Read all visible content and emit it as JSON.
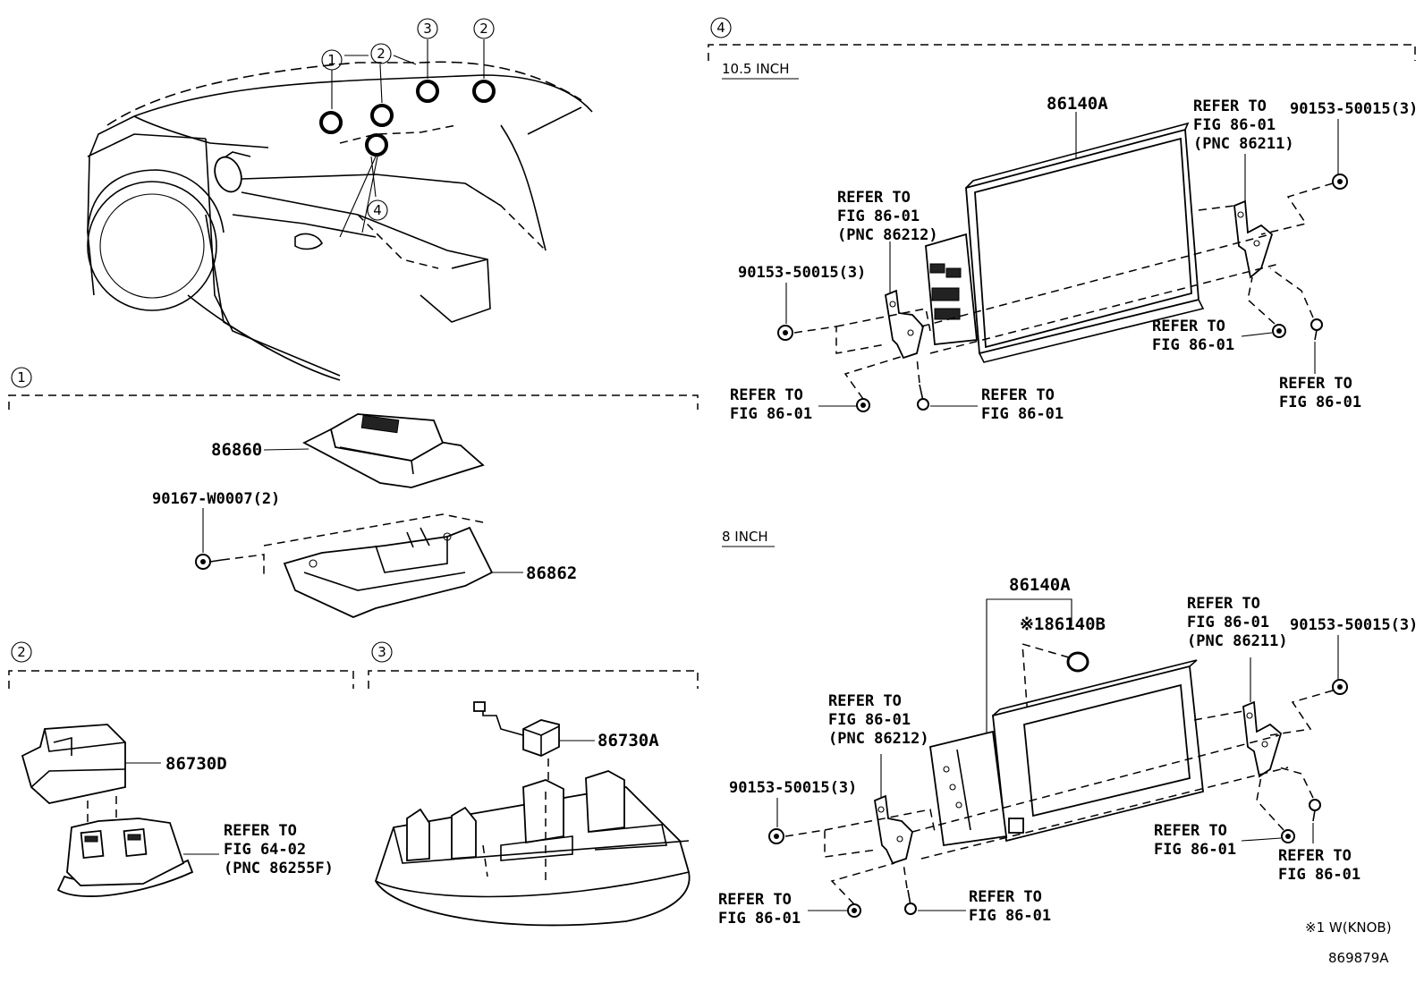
{
  "overview": {
    "callouts": [
      "1",
      "2",
      "3",
      "2",
      "4"
    ]
  },
  "section1": {
    "num": "1",
    "parts": {
      "a": "86860",
      "b": "90167-W0007(2)",
      "c": "86862"
    }
  },
  "section2": {
    "num": "2",
    "parts": {
      "a": "86730D"
    },
    "ref": [
      "REFER TO",
      "FIG 64-02",
      "(PNC 86255F)"
    ]
  },
  "section3": {
    "num": "3",
    "parts": {
      "a": "86730A"
    }
  },
  "section4": {
    "num": "4",
    "top": {
      "variant": "10.5 INCH",
      "display": "86140A",
      "ref_a": [
        "REFER TO",
        "FIG 86-01",
        "(PNC 86211)"
      ],
      "bolt_a": "90153-50015(3)",
      "ref_b": [
        "REFER TO",
        "FIG 86-01",
        "(PNC 86212)"
      ],
      "bolt_b": "90153-50015(3)",
      "ref_c": [
        "REFER TO",
        "FIG 86-01"
      ],
      "ref_d": [
        "REFER TO",
        "FIG 86-01"
      ],
      "ref_e": [
        "REFER TO",
        "FIG 86-01"
      ],
      "ref_f": [
        "REFER TO",
        "FIG 86-01"
      ]
    },
    "bottom": {
      "variant": "8 INCH",
      "display": "86140A",
      "knob": "※186140B",
      "ref_a": [
        "REFER TO",
        "FIG 86-01",
        "(PNC 86211)"
      ],
      "bolt_a": "90153-50015(3)",
      "ref_b": [
        "REFER TO",
        "FIG 86-01",
        "(PNC 86212)"
      ],
      "bolt_b": "90153-50015(3)",
      "ref_c": [
        "REFER TO",
        "FIG 86-01"
      ],
      "ref_d": [
        "REFER TO",
        "FIG 86-01"
      ],
      "ref_e": [
        "REFER TO",
        "FIG 86-01"
      ],
      "ref_f": [
        "REFER TO",
        "FIG 86-01"
      ]
    }
  },
  "footnote": "※1 W(KNOB)",
  "drawing_id": "869879A"
}
